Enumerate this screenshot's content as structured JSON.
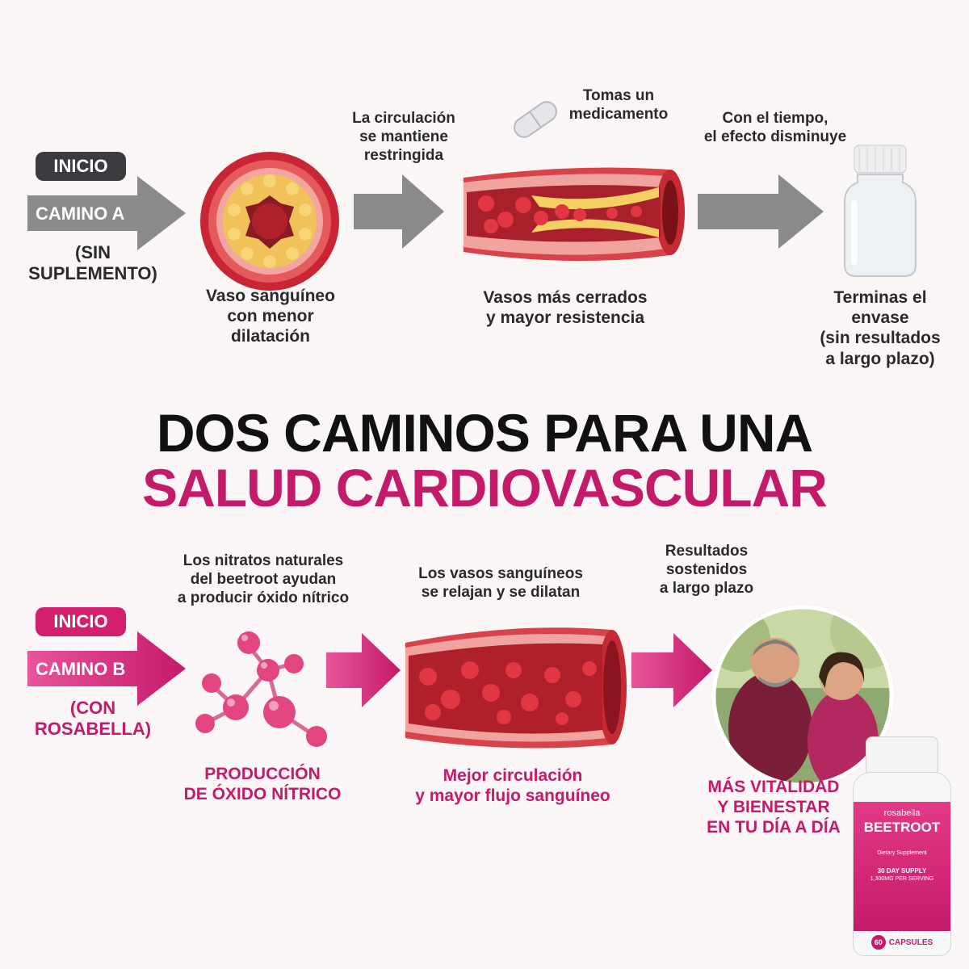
{
  "path_a": {
    "start_label": "INICIO",
    "path_label": "CAMINO A",
    "path_sub_1": "(SIN",
    "path_sub_2": "SUPLEMENTO)",
    "note_1": [
      "La circulación",
      "se mantiene",
      "restringida"
    ],
    "note_2": [
      "Tomas un",
      "medicamento"
    ],
    "note_3": [
      "Con el tiempo,",
      "el efecto disminuye"
    ],
    "step_1_caption": [
      "Vaso sanguíneo",
      "con menor",
      "dilatación"
    ],
    "step_2_caption": [
      "Vasos más cerrados",
      "y mayor resistencia"
    ],
    "step_3_caption": [
      "Terminas el",
      "envase",
      "(sin resultados",
      "a largo plazo)"
    ]
  },
  "title": {
    "line_1": "DOS CAMINOS PARA UNA",
    "line_2": "SALUD CARDIOVASCULAR"
  },
  "path_b": {
    "start_label": "INICIO",
    "path_label": "CAMINO B",
    "path_sub_1": "(CON",
    "path_sub_2": "ROSABELLA)",
    "note_1": [
      "Los nitratos naturales",
      "del beetroot ayudan",
      "a producir óxido nítrico"
    ],
    "note_2": [
      "Los vasos sanguíneos",
      "se relajan y se dilatan"
    ],
    "note_3": [
      "Resultados",
      "sostenidos",
      "a largo plazo"
    ],
    "step_1_caption": [
      "PRODUCCIÓN",
      "DE ÓXIDO NÍTRICO"
    ],
    "step_2_caption": [
      "Mejor circulación",
      "y mayor flujo sanguíneo"
    ],
    "step_3_caption": [
      "MÁS VITALIDAD",
      "Y BIENESTAR",
      "EN TU DÍA A DÍA"
    ]
  },
  "product": {
    "brand": "rosabella",
    "name": "BEETROOT",
    "subtitle": "Dietary Supplement",
    "supply": "30 DAY SUPPLY",
    "dose": "1,300MG PER SERVING",
    "count": "60",
    "unit": "CAPSULES"
  },
  "colors": {
    "accent_pink": "#c41a6a",
    "dark_pill": "#3a3b3e",
    "arrow_gray": "#8a8a8a",
    "vessel_red": "#d9404a"
  }
}
